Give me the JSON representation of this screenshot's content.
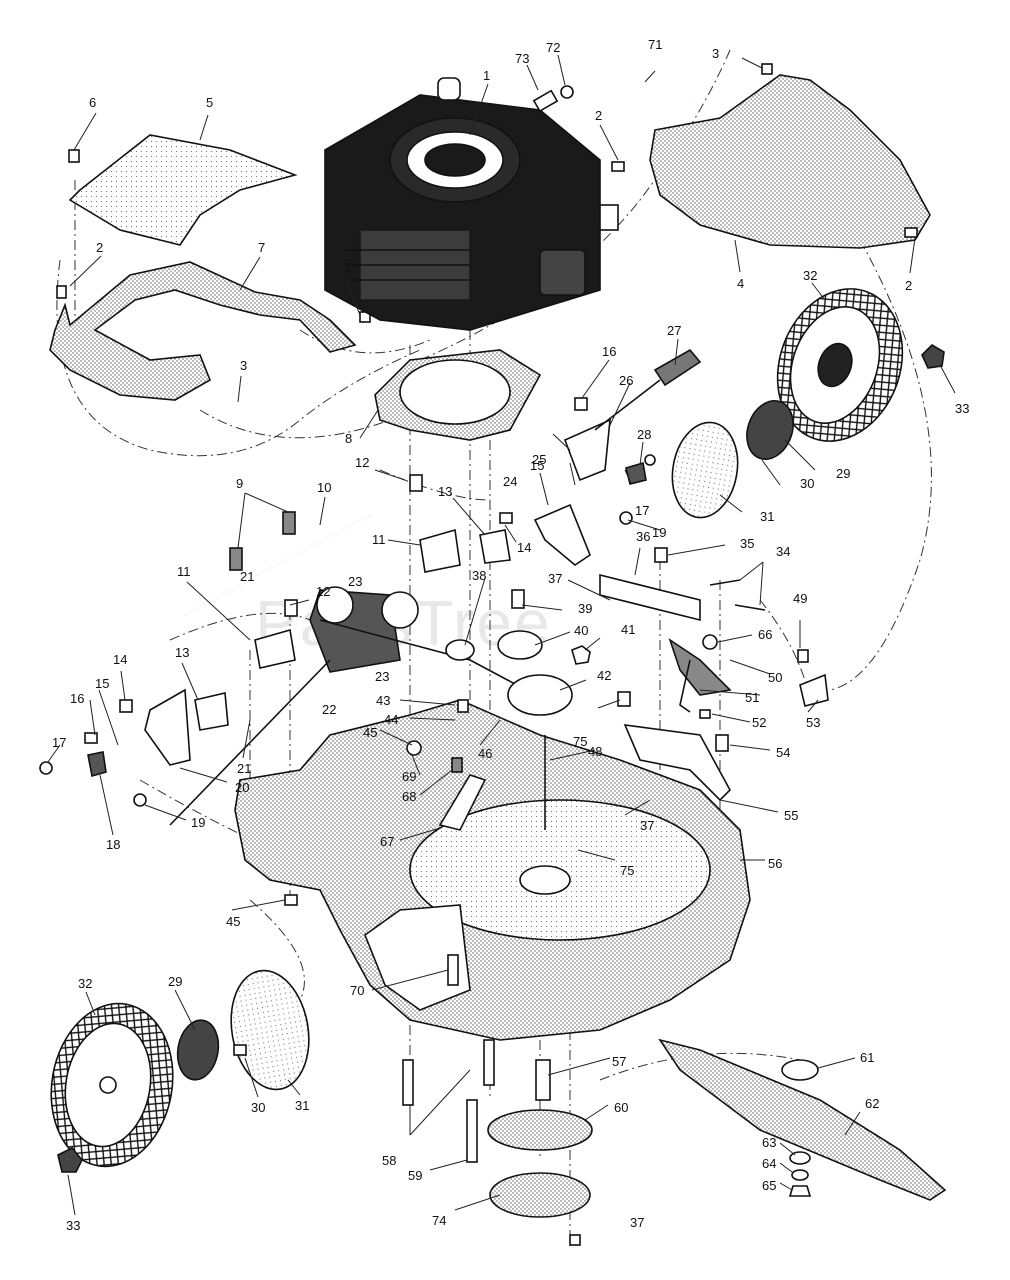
{
  "watermark": "PartsTree",
  "labels": [
    {
      "id": "l1",
      "text": "1"
    },
    {
      "id": "l2a",
      "text": "2"
    },
    {
      "id": "l2b",
      "text": "2"
    },
    {
      "id": "l2c",
      "text": "2"
    },
    {
      "id": "l2d",
      "text": "2"
    },
    {
      "id": "l3a",
      "text": "3"
    },
    {
      "id": "l3b",
      "text": "3"
    },
    {
      "id": "l4",
      "text": "4"
    },
    {
      "id": "l5",
      "text": "5"
    },
    {
      "id": "l6",
      "text": "6"
    },
    {
      "id": "l7",
      "text": "7"
    },
    {
      "id": "l8",
      "text": "8"
    },
    {
      "id": "l9",
      "text": "9"
    },
    {
      "id": "l10",
      "text": "10"
    },
    {
      "id": "l11a",
      "text": "11"
    },
    {
      "id": "l11b",
      "text": "11"
    },
    {
      "id": "l12a",
      "text": "12"
    },
    {
      "id": "l12b",
      "text": "12"
    },
    {
      "id": "l13a",
      "text": "13"
    },
    {
      "id": "l13b",
      "text": "13"
    },
    {
      "id": "l14a",
      "text": "14"
    },
    {
      "id": "l14b",
      "text": "14"
    },
    {
      "id": "l15a",
      "text": "15"
    },
    {
      "id": "l15b",
      "text": "15"
    },
    {
      "id": "l16a",
      "text": "16"
    },
    {
      "id": "l16b",
      "text": "16"
    },
    {
      "id": "l17a",
      "text": "17"
    },
    {
      "id": "l17b",
      "text": "17"
    },
    {
      "id": "l18",
      "text": "18"
    },
    {
      "id": "l19a",
      "text": "19"
    },
    {
      "id": "l19b",
      "text": "19"
    },
    {
      "id": "l20",
      "text": "20"
    },
    {
      "id": "l21a",
      "text": "21"
    },
    {
      "id": "l21b",
      "text": "21"
    },
    {
      "id": "l22",
      "text": "22"
    },
    {
      "id": "l23a",
      "text": "23"
    },
    {
      "id": "l23b",
      "text": "23"
    },
    {
      "id": "l24",
      "text": "24"
    },
    {
      "id": "l25",
      "text": "25"
    },
    {
      "id": "l26",
      "text": "26"
    },
    {
      "id": "l27",
      "text": "27"
    },
    {
      "id": "l28",
      "text": "28"
    },
    {
      "id": "l29a",
      "text": "29"
    },
    {
      "id": "l29b",
      "text": "29"
    },
    {
      "id": "l30a",
      "text": "30"
    },
    {
      "id": "l30b",
      "text": "30"
    },
    {
      "id": "l31a",
      "text": "31"
    },
    {
      "id": "l31b",
      "text": "31"
    },
    {
      "id": "l32a",
      "text": "32"
    },
    {
      "id": "l32b",
      "text": "32"
    },
    {
      "id": "l33a",
      "text": "33"
    },
    {
      "id": "l33b",
      "text": "33"
    },
    {
      "id": "l34",
      "text": "34"
    },
    {
      "id": "l35",
      "text": "35"
    },
    {
      "id": "l36",
      "text": "36"
    },
    {
      "id": "l37a",
      "text": "37"
    },
    {
      "id": "l37b",
      "text": "37"
    },
    {
      "id": "l37c",
      "text": "37"
    },
    {
      "id": "l38",
      "text": "38"
    },
    {
      "id": "l39",
      "text": "39"
    },
    {
      "id": "l40",
      "text": "40"
    },
    {
      "id": "l41",
      "text": "41"
    },
    {
      "id": "l42",
      "text": "42"
    },
    {
      "id": "l43",
      "text": "43"
    },
    {
      "id": "l44",
      "text": "44"
    },
    {
      "id": "l45a",
      "text": "45"
    },
    {
      "id": "l45b",
      "text": "45"
    },
    {
      "id": "l46",
      "text": "46"
    },
    {
      "id": "l48",
      "text": "48"
    },
    {
      "id": "l49",
      "text": "49"
    },
    {
      "id": "l50",
      "text": "50"
    },
    {
      "id": "l51",
      "text": "51"
    },
    {
      "id": "l52",
      "text": "52"
    },
    {
      "id": "l53",
      "text": "53"
    },
    {
      "id": "l54",
      "text": "54"
    },
    {
      "id": "l55",
      "text": "55"
    },
    {
      "id": "l56",
      "text": "56"
    },
    {
      "id": "l57",
      "text": "57"
    },
    {
      "id": "l58",
      "text": "58"
    },
    {
      "id": "l59",
      "text": "59"
    },
    {
      "id": "l60",
      "text": "60"
    },
    {
      "id": "l61",
      "text": "61"
    },
    {
      "id": "l62",
      "text": "62"
    },
    {
      "id": "l63",
      "text": "63"
    },
    {
      "id": "l64",
      "text": "64"
    },
    {
      "id": "l65",
      "text": "65"
    },
    {
      "id": "l66",
      "text": "66"
    },
    {
      "id": "l67",
      "text": "67"
    },
    {
      "id": "l68",
      "text": "68"
    },
    {
      "id": "l69",
      "text": "69"
    },
    {
      "id": "l70",
      "text": "70"
    },
    {
      "id": "l71",
      "text": "71"
    },
    {
      "id": "l72",
      "text": "72"
    },
    {
      "id": "l73",
      "text": "73"
    },
    {
      "id": "l74",
      "text": "74"
    },
    {
      "id": "l75a",
      "text": "75"
    },
    {
      "id": "l75b",
      "text": "75"
    }
  ]
}
